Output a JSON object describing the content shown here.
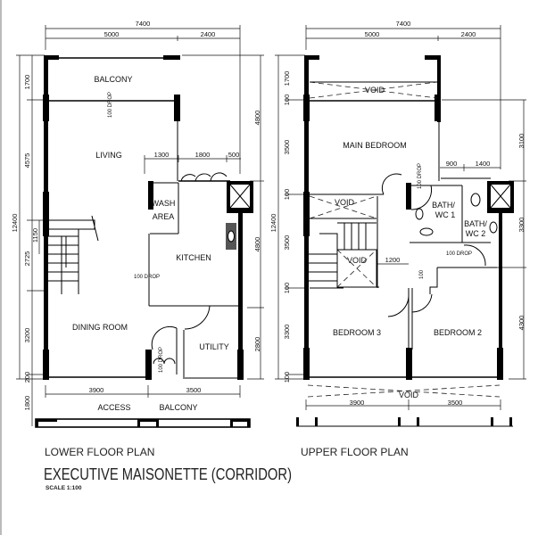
{
  "lower": {
    "title": "LOWER FLOOR PLAN",
    "rooms": {
      "balcony": "BALCONY",
      "living": "LIVING",
      "wash1": "WASH",
      "wash2": "AREA",
      "kitchen": "KITCHEN",
      "dining": "DINING ROOM",
      "utility": "UTILITY",
      "access": "ACCESS",
      "access_balcony": "BALCONY"
    },
    "drops": [
      "100 DROP",
      "100 DROP",
      "100 DROP"
    ],
    "dims": {
      "total_w": "7400",
      "w1": "5000",
      "w2": "2400",
      "h_balcony": "1700",
      "h_living": "4575",
      "total_h": "12400",
      "h_1150": "1150",
      "h_2725": "2725",
      "h_3200": "3200",
      "h_200": "200",
      "h_1800": "1800",
      "r_4800a": "4800",
      "r_4800b": "4800",
      "r_2800": "2800",
      "k_1300": "1300",
      "k_1800": "1800",
      "k_500": "500",
      "b_3900": "3900",
      "b_3500": "3500"
    }
  },
  "upper": {
    "title": "UPPER FLOOR PLAN",
    "rooms": {
      "void_top": "VOID",
      "main_bedroom": "MAIN BEDROOM",
      "void_mid": "VOID",
      "void_stair": "VOID",
      "bath1a": "BATH/",
      "bath1b": "WC 1",
      "bath2a": "BATH/",
      "bath2b": "WC 2",
      "bedroom3": "BEDROOM 3",
      "bedroom2": "BEDROOM 2",
      "void_bottom": "VOID"
    },
    "drops": [
      "100 DROP",
      "100 DROP",
      "100"
    ],
    "dims": {
      "total_w": "7400",
      "w1": "5000",
      "w2": "2400",
      "h_1700": "1700",
      "h_100a": "100",
      "h_3500a": "3500",
      "h_100b": "100",
      "total_h": "12400",
      "h_3500b": "3500",
      "h_100c": "100",
      "h_3300": "3300",
      "h_100d": "100",
      "r_3100": "3100",
      "r_3300": "3300",
      "r_4300": "4300",
      "b_900": "900",
      "b_1400": "1400",
      "s_1200": "1200",
      "b_3900": "3900",
      "b_3500": "3500"
    }
  },
  "title": "EXECUTIVE MAISONETTE (CORRIDOR)",
  "scale": "SCALE 1:100"
}
